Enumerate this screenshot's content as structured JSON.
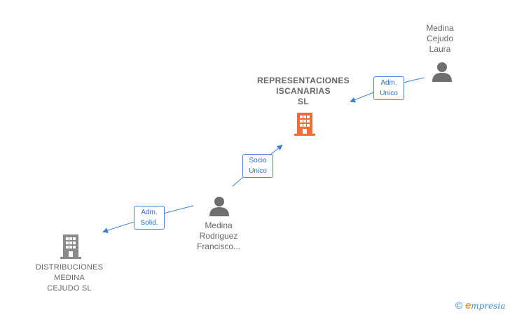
{
  "nodes": {
    "main_company": {
      "lines": [
        "REPRESENTACIONES",
        "ISCANARIAS",
        "SL"
      ]
    },
    "secondary_company": {
      "lines": [
        "DISTRIBUCIONES",
        "MEDINA",
        "CEJUDO  SL"
      ]
    },
    "person_laura": {
      "lines": [
        "Medina",
        "Cejudo",
        "Laura"
      ]
    },
    "person_francisco": {
      "lines": [
        "Medina",
        "Rodriguez",
        "Francisco..."
      ]
    }
  },
  "edges": {
    "laura_to_main": {
      "lines": [
        "Adm.",
        "Unico"
      ]
    },
    "francisco_to_main": {
      "lines": [
        "Socio",
        "Único"
      ]
    },
    "francisco_to_secondary": {
      "lines": [
        "Adm.",
        "Solid."
      ]
    }
  },
  "footer": {
    "copyright": "©",
    "brand_first": "e",
    "brand_rest": "mpresia"
  },
  "colors": {
    "main_company": "#f26b3a",
    "secondary_company": "#8a8a8a",
    "person": "#6e6e6e",
    "edge": "#3f7fd0"
  }
}
